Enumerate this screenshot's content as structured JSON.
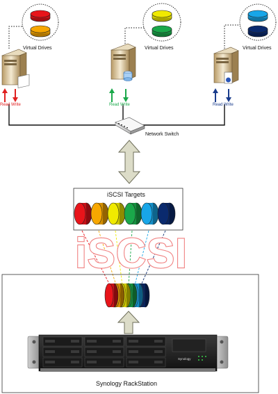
{
  "servers": [
    {
      "label": "Virtual Drives",
      "read": "Read",
      "write": "Write",
      "drive_colors": [
        "#e8141a",
        "#f7a700"
      ],
      "arrow_color": "#e02020"
    },
    {
      "label": "Virtual Drives",
      "read": "Read",
      "write": "Write",
      "drive_colors": [
        "#f0ea00",
        "#1aa84a"
      ],
      "arrow_color": "#1aa84a"
    },
    {
      "label": "Virtual Drives",
      "read": "Read",
      "write": "Write",
      "drive_colors": [
        "#18a6e8",
        "#0a2a6e"
      ],
      "arrow_color": "#1a3c8c"
    }
  ],
  "switch_label": "Network Switch",
  "targets_title": "iSCSI Targets",
  "target_colors": [
    "#e8141a",
    "#f7a700",
    "#f0ea00",
    "#1aa84a",
    "#18a6e8",
    "#0a2a6e"
  ],
  "watermark": "iSCSI",
  "storage_label": "Synology RackStation",
  "device_logo": "Synology"
}
